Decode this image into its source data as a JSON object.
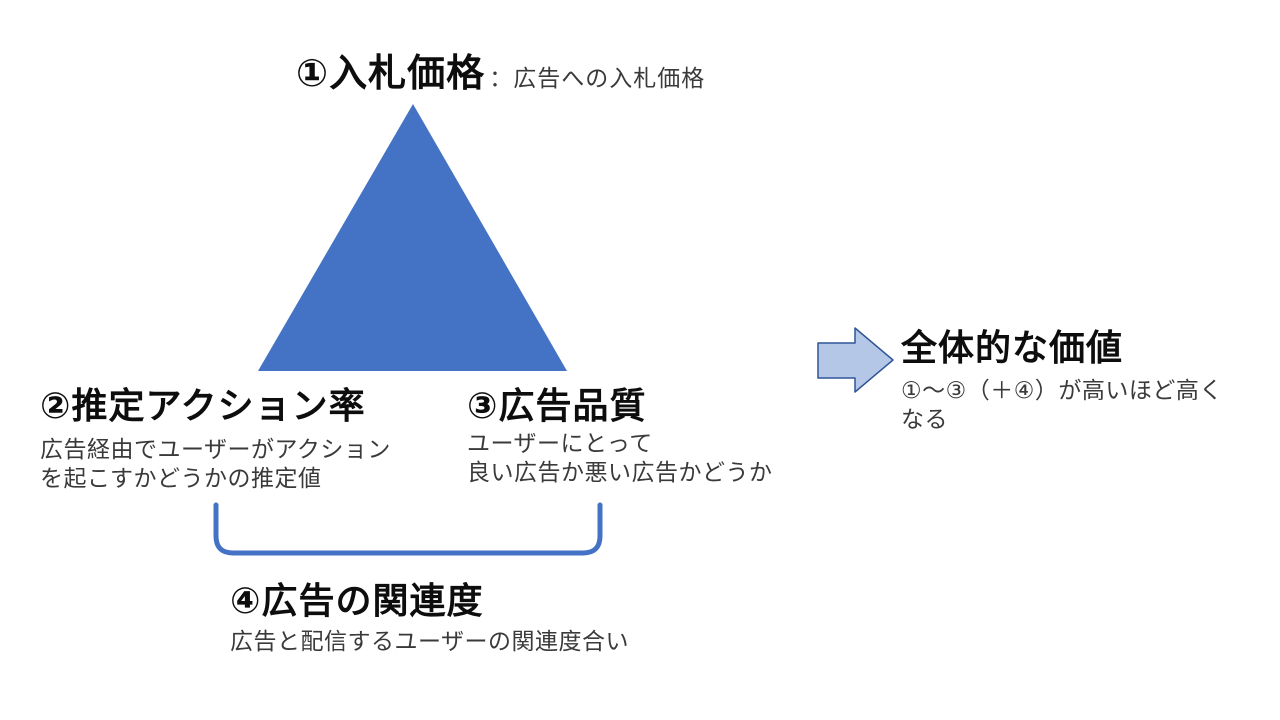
{
  "colors": {
    "triangle_fill": "#4472C4",
    "bracket_stroke": "#4472C4",
    "arrow_fill": "#B4C7E7",
    "arrow_stroke": "#2F5597",
    "heading_text": "#0d0d0d",
    "sub_text": "#3a3a3a"
  },
  "title": {
    "label": "①入札価格",
    "description": "：広告への入札価格"
  },
  "factors": {
    "action_rate": {
      "heading": "②推定アクション率",
      "sub_lines": [
        "広告経由でユーザーがアクション",
        "を起こすかどうかの推定値"
      ]
    },
    "ad_quality": {
      "heading": "③広告品質",
      "sub_lines": [
        "ユーザーにとって",
        "良い広告か悪い広告かどうか"
      ]
    },
    "ad_relevance": {
      "heading": "④広告の関連度",
      "sub_lines": [
        "広告と配信するユーザーの関連度合い"
      ]
    }
  },
  "result": {
    "heading": "全体的な価値",
    "sub_lines": [
      "①～③（＋④）が高いほど高く",
      "なる"
    ]
  }
}
